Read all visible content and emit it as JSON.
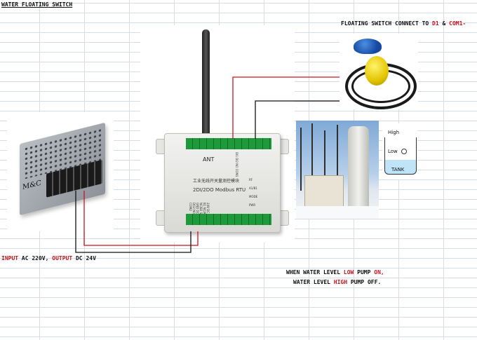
{
  "title": "WATER FLOATING SWITCH",
  "float_caption": {
    "prefix": "FLOATING SWITCH CONNECT TO ",
    "d1": "D1",
    "mid": " & ",
    "com": "COM1-"
  },
  "power_caption": {
    "input_word": "INPUT",
    "input_value": " AC 220V, ",
    "output_word": "OUTPUT",
    "output_value": " DC 24V"
  },
  "pump_caption": {
    "line1_a": "WHEN WATER LEVEL ",
    "line1_low": "LOW",
    "line1_b": " PUMP ",
    "line1_on": "ON,",
    "line2_a": "WATER LEVEL ",
    "line2_high": "HIGH",
    "line2_b": " PUMP OFF."
  },
  "psu": {
    "brand": "M&C"
  },
  "module": {
    "ant_label": "ANT",
    "chinese_title": "工业无线开关量测控模块",
    "model": "2DI/2DO Modbus RTU",
    "leds": [
      "RF",
      "A1/B1",
      "MODE",
      "PWR"
    ],
    "top_terms": [
      "DI1",
      "DI2",
      "NO",
      "COM1"
    ],
    "bottom_terms": [
      "24V",
      "DC",
      "A1",
      "B1",
      "NC/A2",
      "NC/B2",
      "SET",
      "GND",
      "DO1",
      "DO2",
      "NO",
      "NC",
      "COM2"
    ]
  },
  "tank": {
    "high": "High",
    "low": "Low",
    "label": "TANK"
  },
  "colors": {
    "red_wire": "#c8141e",
    "black_wire": "#111111",
    "terminal_green": "#1e9a3b"
  }
}
